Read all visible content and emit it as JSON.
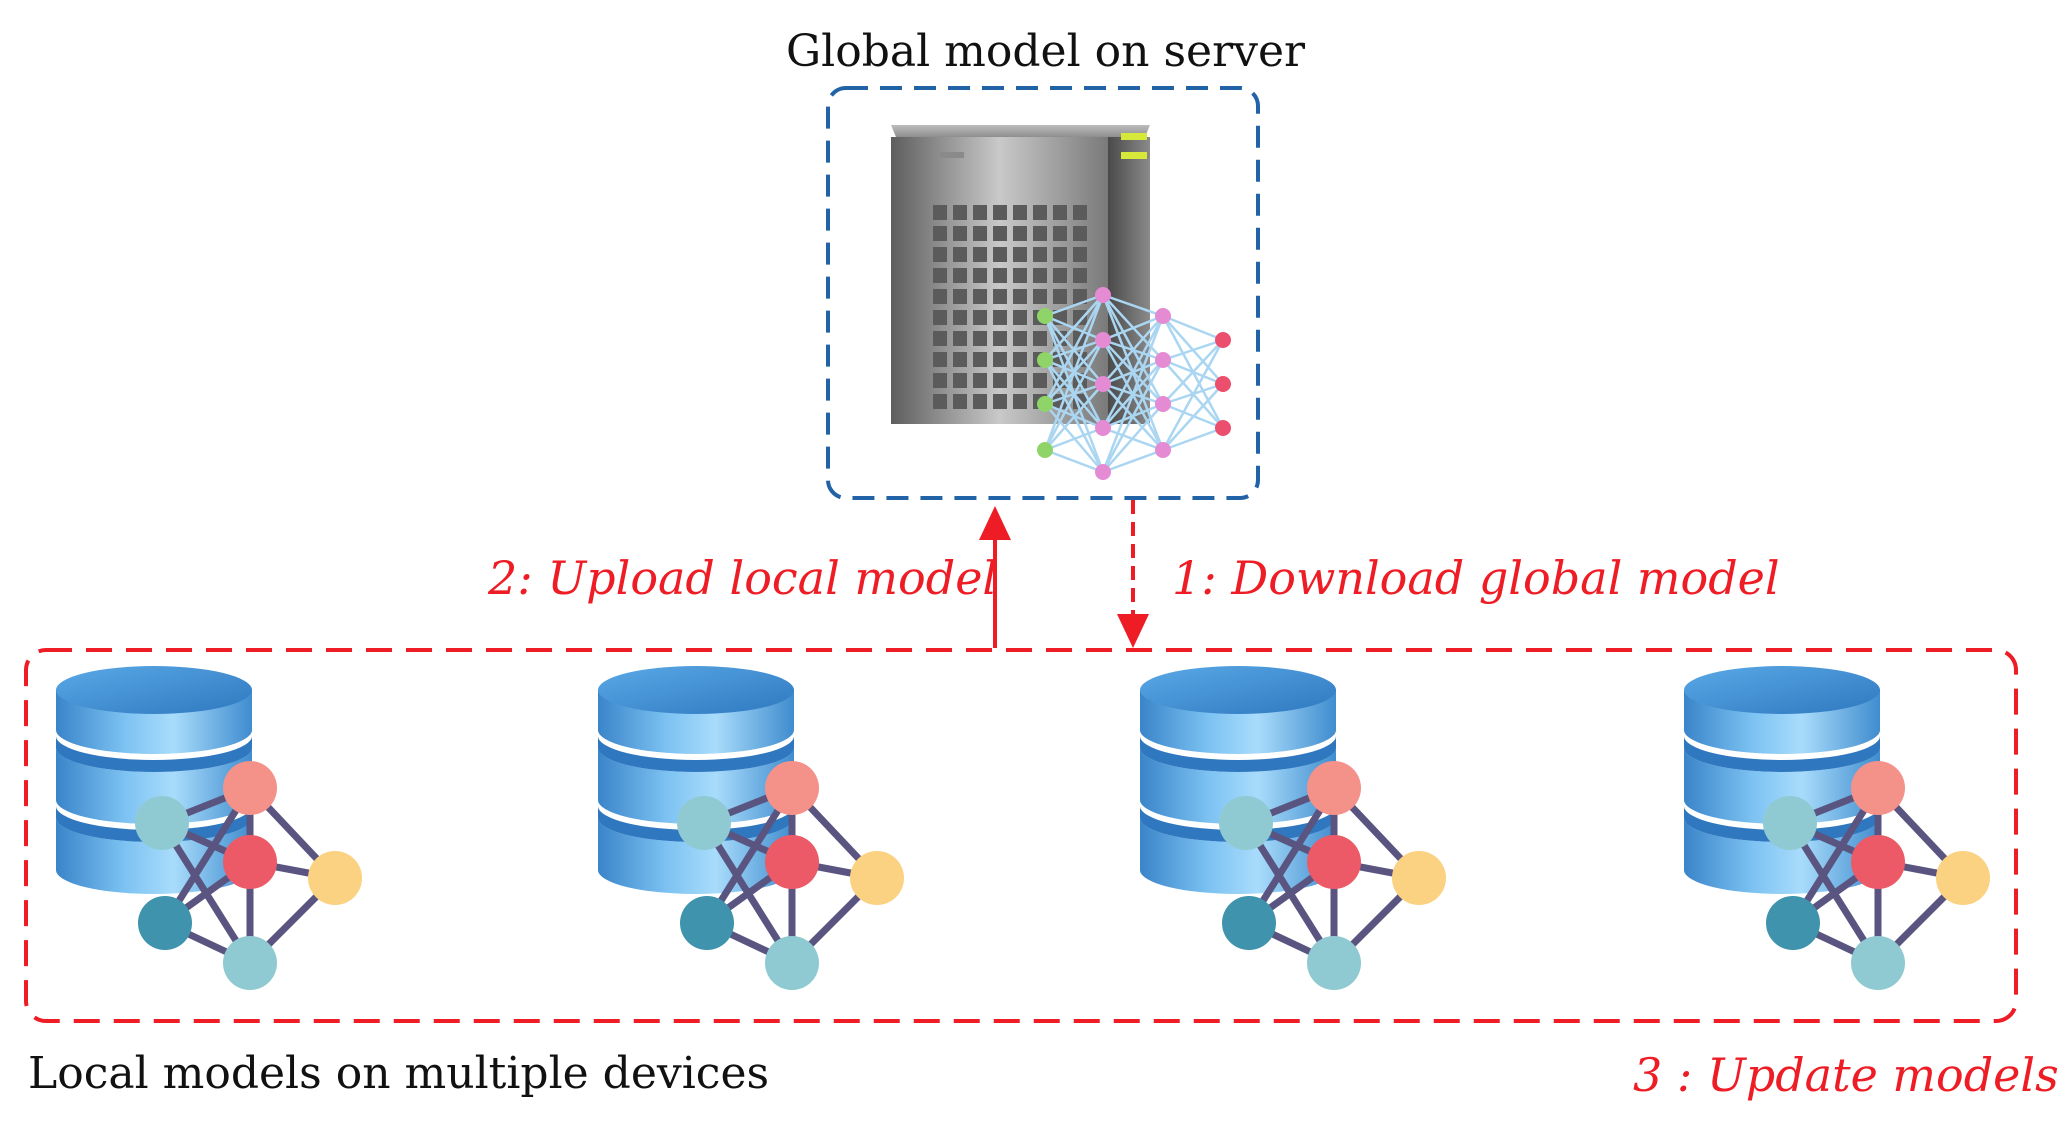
{
  "server": {
    "title": "Global model on server"
  },
  "steps": {
    "download": "1: Download global model",
    "upload": "2: Upload local model",
    "update": "3 : Update models"
  },
  "devices": {
    "caption": "Local models on multiple devices",
    "count": 4
  },
  "colors": {
    "server_frame": "#2163a6",
    "device_frame": "#ee1c25",
    "arrows": "#ee1c25",
    "node_salmon": "#f4928a",
    "node_red": "#ec5a68",
    "node_yellow": "#fbd182",
    "node_teal_light": "#8fcad3",
    "node_teal_dark": "#3f93ad",
    "node_edge": "#5a5580"
  }
}
